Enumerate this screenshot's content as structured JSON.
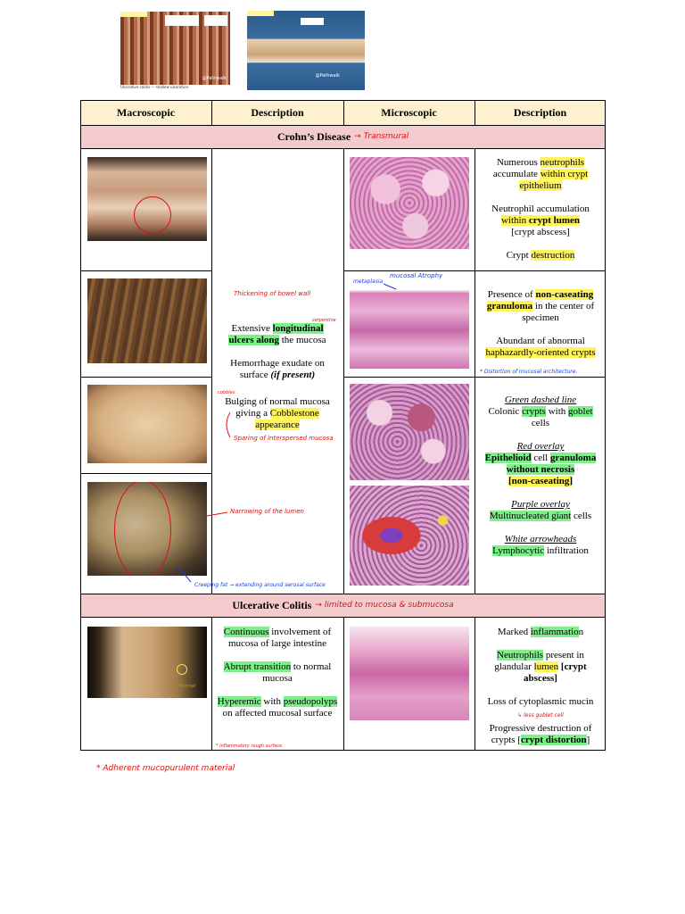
{
  "top_images": {
    "left_caption": "Ulcerative colitis — shallow ulceration",
    "left_watermark": "@Pathwalk",
    "right_watermark": "@Pathwalk"
  },
  "table": {
    "headers": [
      "Macroscopic",
      "Description",
      "Microscopic",
      "Description"
    ],
    "crohn": {
      "title": "Crohn’s Disease",
      "note": "→ Transmural",
      "macro_desc": {
        "line1_a": "Extensive ",
        "line1_b": "longitudinal",
        "line2_a": "ulcers",
        "line2_b": " along",
        "line2_c": " the mucosa",
        "hemorrhage": "Hemorrhage exudate on surface ",
        "hemorrhage_em": "(if present)",
        "bulge_a": "Bulging of normal mucosa giving a ",
        "bulge_b": "Cobblestone appearance"
      },
      "micro_desc": {
        "r1_a": "Numerous ",
        "r1_b": "neutrophils",
        "r1_c": " accumulate ",
        "r1_d": "within crypt epithelium",
        "r2_a": "Neutrophil accumulation ",
        "r2_b": "within",
        "r2_c": " crypt lumen",
        "r2_d": "[crypt abscess]",
        "r3_a": "Crypt ",
        "r3_b": "destruction",
        "g_a": "Presence of ",
        "g_b": "non-caseating granuloma",
        "g_c": " in the center of specimen",
        "a_a": "Abundant of abnormal ",
        "a_b": "haphazardly-oriented crypts",
        "green_h": "Green dashed line",
        "green_a": "Colonic ",
        "green_b": "crypts",
        "green_c": " with ",
        "green_d": "goblet",
        "green_e": " cells",
        "red_h": "Red overlay",
        "red_a": "Epithelioid",
        "red_b": " cell ",
        "red_c": "granuloma without necrosis",
        "red_d": "[non-caseating]",
        "purple_h": "Purple overlay",
        "purple_a": "Multinucleated",
        "purple_b": " giant",
        "purple_c": " cells",
        "white_h": "White arrowheads",
        "white_a": "Lymphocytic",
        "white_b": " infiltration"
      }
    },
    "uc": {
      "title": "Ulcerative Colitis",
      "note": "→ limited to mucosa & submucosa",
      "macro_desc": {
        "c_a": "Continuous",
        "c_b": " involvement of mucosa of large intestine",
        "ab_a": "Abrupt transition",
        "ab_b": " to normal mucosa",
        "hy_a": "Hyperemic",
        "hy_b": " with ",
        "hy_c": "pseudopolyps",
        "hy_d": " on affected mucosal surface"
      },
      "micro_desc": {
        "m_a": "Marked ",
        "m_b": "inflammatio",
        "m_c": "n",
        "n_a": "Neutrophils",
        "n_b": " present in glandular ",
        "n_c": "lumen",
        "n_d": " [crypt abscess]",
        "loss": "Loss of cytoplasmic mucin",
        "p_a": "Progressive destruction of crypts [",
        "p_b": "crypt distortion",
        "p_c": "]"
      }
    }
  },
  "annotations": {
    "thickening": "Thickening of bowel wall",
    "serpentine": "serpentine",
    "mucosal_atrophy": "mucosal Atrophy",
    "metaplasia": "metaplasia",
    "distortion": "* Distortion of mucosal architecture.",
    "cobbles": "cobbles",
    "sparing": "Sparing of interspersed mucosa",
    "narrowing": "Narrowing of the lumen",
    "creeping": "Creeping fat → extending around serosal surface",
    "less_goblet": "↳ less goblet cell",
    "inflam_surface": "* Inflammatory rough surface",
    "normal": "Normal",
    "adherent": "* Adherent mucopurulent material"
  }
}
